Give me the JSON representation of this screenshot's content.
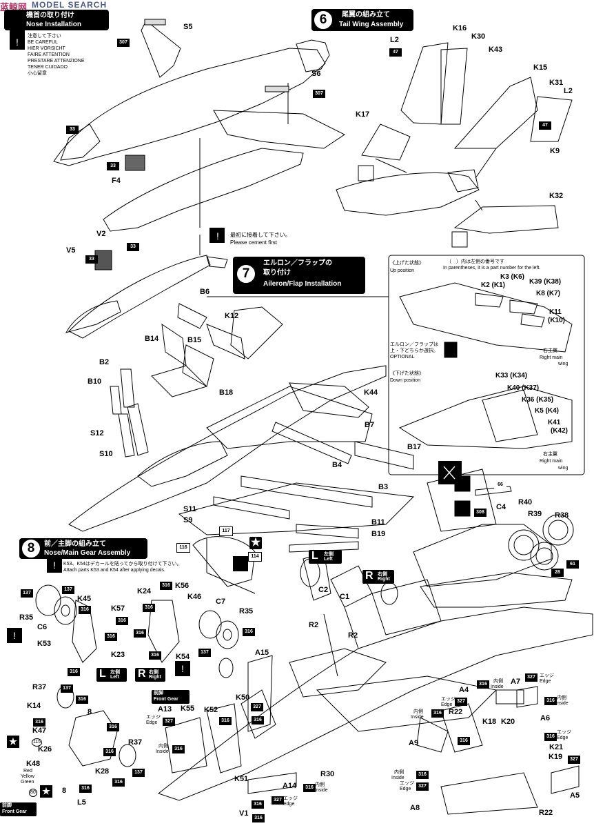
{
  "watermark": {
    "cn": "蓝鲸网",
    "en": "MODEL SEARCH"
  },
  "step5": {
    "title_jp": "機首の取り付け",
    "title_en": "Nose Installation",
    "caution": [
      "注意して下さい",
      "BE CAREFUL",
      "HIER VORSICHT",
      "FAIRE ATTENTION",
      "PRESTARE ATTENZIONE",
      "TENER CUIDADO",
      "小心留意"
    ],
    "labels": [
      "S5",
      "S6",
      "F4",
      "V2",
      "V5"
    ],
    "codes": [
      "307",
      "307",
      "33",
      "33",
      "33",
      "33"
    ],
    "cement_jp": "最初に接着して下さい。",
    "cement_en": "Please cement first"
  },
  "step6": {
    "num": "6",
    "title_jp": "尾翼の組み立て",
    "title_en": "Tail Wing Assembly",
    "labels": [
      "L2",
      "K16",
      "K30",
      "K43",
      "K15",
      "K31",
      "L2",
      "K9",
      "K17",
      "K32"
    ],
    "codes": [
      "47",
      "47"
    ]
  },
  "step7": {
    "num": "7",
    "title_jp": "エルロン／フラップの",
    "title_jp2": "取り付け",
    "title_en": "Aileron/Flap Installation",
    "labels": [
      "B6",
      "K12",
      "B14",
      "B15",
      "B2",
      "B10",
      "B18",
      "K44",
      "B7",
      "S12",
      "S10",
      "B17",
      "B4",
      "B3",
      "S11",
      "S9",
      "B11",
      "B19"
    ],
    "inset": {
      "note_jp": "（　）内は左側の番号です",
      "note_en": "In parentheses, it is a part number for the left.",
      "up_jp": "《上げた状態》",
      "up_en": "Up position",
      "down_jp": "《下げた状態》",
      "down_en": "Down position",
      "option_jp": "エルロン／フラップは",
      "option_jp2": "上・下どちらか選択。",
      "option_en": "OPTIONAL",
      "wing_jp": "右主翼",
      "wing_en": "Right main",
      "wing_en2": "wing",
      "up_labels": [
        "K3 (K6)",
        "K2 (K1)",
        "K39 (K38)",
        "K8 (K7)",
        "K11",
        "(K10)"
      ],
      "down_labels": [
        "K33 (K34)",
        "K40 (K37)",
        "K36 (K35)",
        "K5 (K4)",
        "K41",
        "(K42)"
      ]
    }
  },
  "exhaust": {
    "labels": [
      "R40",
      "C4",
      "R39",
      "R38"
    ],
    "codes": [
      "66",
      "308",
      "28",
      "61"
    ]
  },
  "step8": {
    "num": "8",
    "title_jp": "前／主脚の組み立て",
    "title_en": "Nose/Main Gear Assembly",
    "note_jp": "K53、K54はデカールを貼ってから取り付けて下さい。",
    "note_en": "Attach parts K53 and K54 after applying decals.",
    "codes_top": [
      "117",
      "116",
      "114"
    ],
    "left_jp": "左側",
    "left_en": "Left",
    "right_jp": "右側",
    "right_en": "Right",
    "L": "L",
    "R": "R",
    "left_gear": [
      "R35",
      "C6",
      "K45",
      "K57",
      "K53",
      "K23"
    ],
    "right_gear": [
      "K24",
      "K56",
      "K46",
      "C7",
      "R35",
      "K54"
    ],
    "front_gear_jp": "前脚",
    "front_gear_en": "Front Gear",
    "front_labels": [
      "R37",
      "K14",
      "K47",
      "K26",
      "K48",
      "K28",
      "L5",
      "R37",
      "8",
      "8",
      "115",
      "80"
    ],
    "color_note": [
      "Red",
      "Yellow",
      "Green"
    ],
    "main_labels": [
      "C2",
      "C1",
      "R2",
      "R2",
      "A15",
      "A13",
      "K55",
      "K52",
      "K50",
      "K51",
      "V1",
      "A14",
      "R30"
    ],
    "edge_jp": "エッジ",
    "edge_en": "Edge",
    "inside_jp": "内側",
    "inside_en": "Inside",
    "right_labels": [
      "A4",
      "A7",
      "A6",
      "R22",
      "K18",
      "K20",
      "A9",
      "K21",
      "K19",
      "A5",
      "A8",
      "R22"
    ],
    "codes": [
      "137",
      "316",
      "327"
    ]
  }
}
